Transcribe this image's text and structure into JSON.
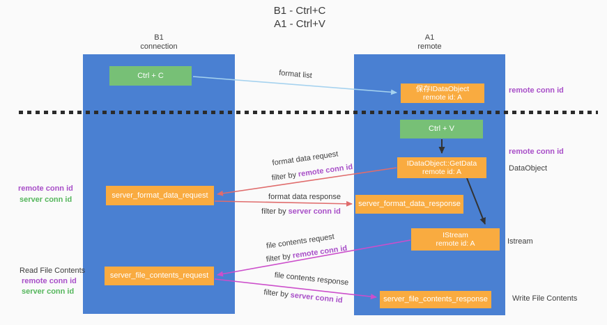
{
  "title": {
    "line1": "B1 - Ctrl+C",
    "line2": "A1 - Ctrl+V"
  },
  "columns": {
    "left": {
      "name": "B1",
      "role": "connection"
    },
    "right": {
      "name": "A1",
      "role": "remote"
    }
  },
  "nodes": {
    "ctrl_c": "Ctrl + C",
    "ctrl_v": "Ctrl + V",
    "save_idataobject": {
      "line1": "保存IDataObject",
      "line2": "remote id: A"
    },
    "idataobject_getdata": {
      "line1": "IDataObject::GetData",
      "line2": "remote id: A"
    },
    "istream": {
      "line1": "IStream",
      "line2": "remote id: A"
    },
    "server_format_data_request": "server_format_data_request",
    "server_format_data_response": "server_format_data_response",
    "server_file_contents_request": "server_file_contents_request",
    "server_file_contents_response": "server_file_contents_response"
  },
  "arrow_labels": {
    "format_list": "format list",
    "format_data_request": "format data request",
    "format_data_response": "format data response",
    "file_contents_request": "file contents request",
    "file_contents_response": "file contents response",
    "filter_by": "filter by",
    "remote_conn_id": "remote conn id",
    "server_conn_id": "server conn id"
  },
  "side_labels": {
    "remote_conn_id": "remote conn id",
    "server_conn_id": "server conn id",
    "dataobject": "DataObject",
    "istream": "Istream",
    "read_file_contents": "Read File Contents",
    "write_file_contents": "Write File Contents"
  },
  "colors": {
    "column_blue": "#4a80d2",
    "box_green": "#77c076",
    "box_orange": "#f9ab40",
    "text_purple": "#a84fc8",
    "text_green": "#55b65c",
    "arrow_red": "#e06c6c",
    "arrow_magenta": "#cc4ecb",
    "arrow_light_blue": "#a5d2ef",
    "arrow_black": "#333333",
    "background": "#fafafa"
  }
}
